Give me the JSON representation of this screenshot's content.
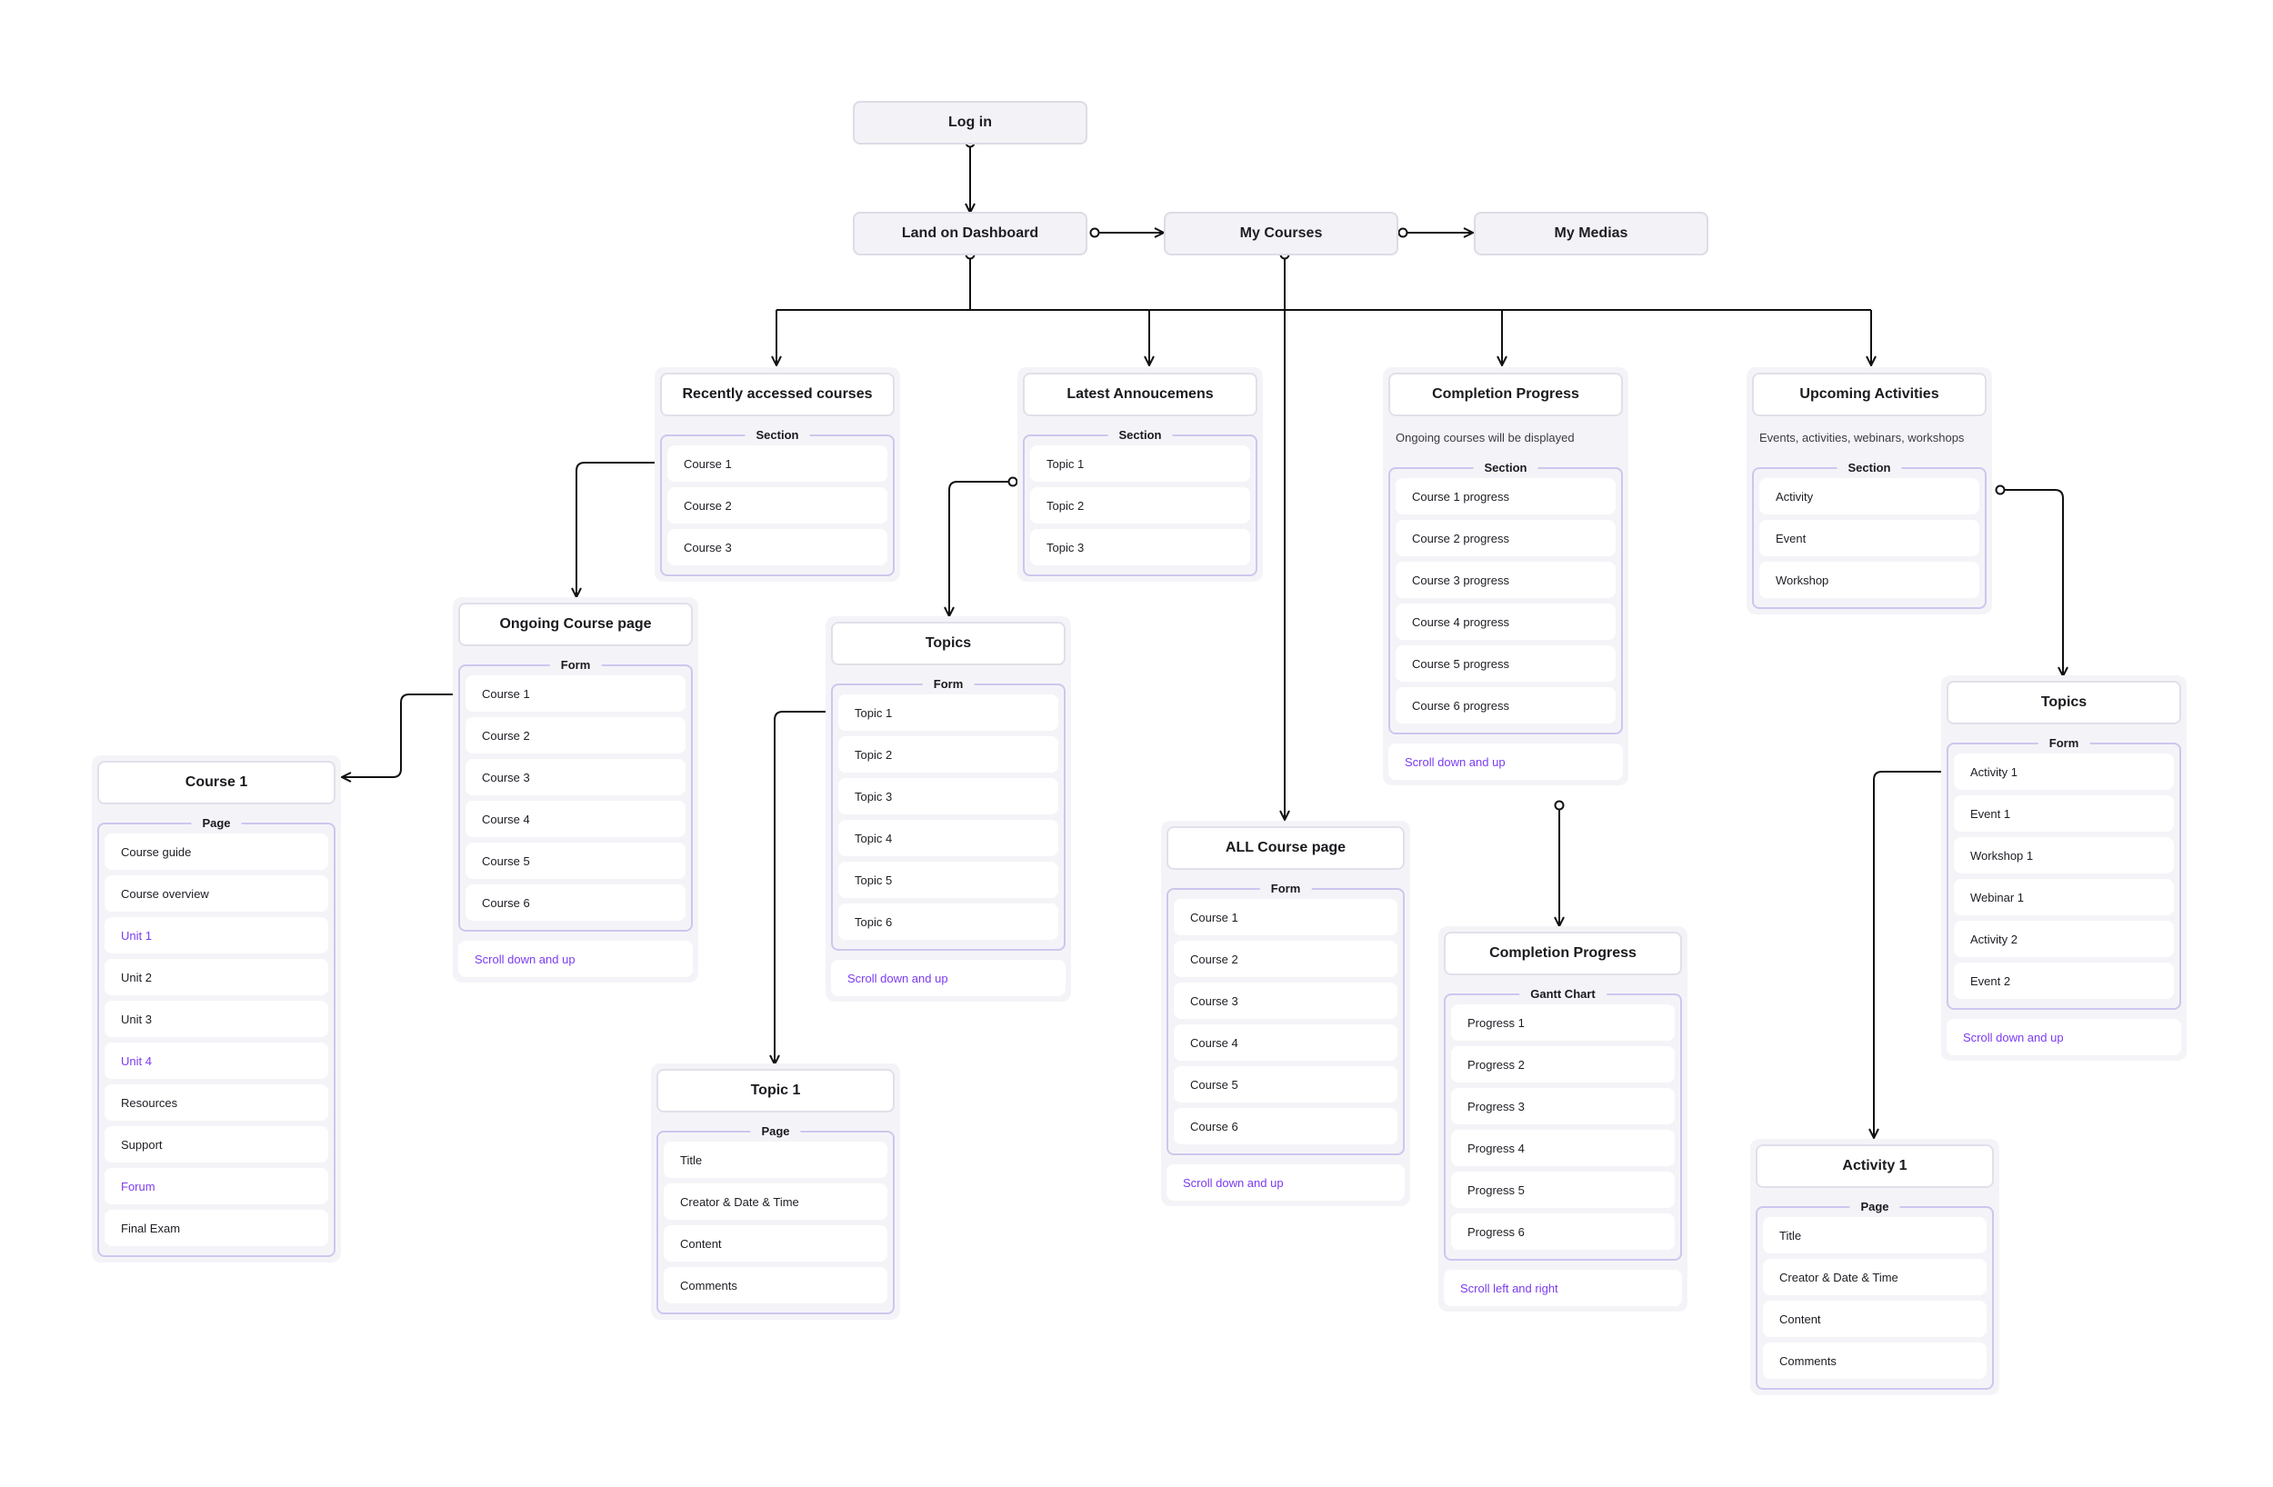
{
  "nodes": {
    "login": "Log in",
    "dashboard": "Land on Dashboard",
    "my_courses": "My Courses",
    "my_medias": "My Medias"
  },
  "colors": {
    "connector": "#111111",
    "accent_purple": "#7b3cf0",
    "group_border": "#cdc7ee",
    "card_bg": "#f4f4f8"
  },
  "recent": {
    "title": "Recently accessed courses",
    "group": "Section",
    "items": [
      "Course 1",
      "Course 2",
      "Course 3"
    ]
  },
  "announcements": {
    "title": "Latest Annoucemens",
    "group": "Section",
    "items": [
      "Topic 1",
      "Topic 2",
      "Topic 3"
    ]
  },
  "completion": {
    "title": "Completion Progress",
    "description": "Ongoing courses will be displayed",
    "group": "Section",
    "items": [
      "Course 1 progress",
      "Course 2 progress",
      "Course 3 progress",
      "Course 4 progress",
      "Course 5 progress",
      "Course 6 progress"
    ],
    "scroll": "Scroll down and up"
  },
  "upcoming": {
    "title": "Upcoming Activities",
    "description": "Events, activities, webinars, workshops",
    "group": "Section",
    "items": [
      "Activity",
      "Event",
      "Workshop"
    ]
  },
  "ongoing": {
    "title": "Ongoing Course page",
    "group": "Form",
    "items": [
      "Course 1",
      "Course 2",
      "Course 3",
      "Course 4",
      "Course 5",
      "Course 6"
    ],
    "scroll": "Scroll down and up"
  },
  "course1": {
    "title": "Course 1",
    "group": "Page",
    "items": [
      "Course guide",
      "Course overview",
      "Unit 1",
      "Unit 2",
      "Unit 3",
      "Unit 4",
      "Resources",
      "Support",
      "Forum",
      "Final Exam"
    ]
  },
  "topics_mid": {
    "title": "Topics",
    "group": "Form",
    "items": [
      "Topic 1",
      "Topic 2",
      "Topic 3",
      "Topic 4",
      "Topic 5",
      "Topic 6"
    ],
    "scroll": "Scroll down and up"
  },
  "topic1": {
    "title": "Topic 1",
    "group": "Page",
    "items": [
      "Title",
      "Creator & Date & Time",
      "Content",
      "Comments"
    ]
  },
  "all_courses": {
    "title": "ALL Course page",
    "group": "Form",
    "items": [
      "Course 1",
      "Course 2",
      "Course 3",
      "Course 4",
      "Course 5",
      "Course 6"
    ],
    "scroll": "Scroll down and up"
  },
  "gantt": {
    "title": "Completion Progress",
    "group": "Gantt Chart",
    "items": [
      "Progress 1",
      "Progress 2",
      "Progress 3",
      "Progress 4",
      "Progress 5",
      "Progress 6"
    ],
    "scroll": "Scroll left and right"
  },
  "topics_right": {
    "title": "Topics",
    "group": "Form",
    "items": [
      "Activity 1",
      "Event 1",
      "Workshop 1",
      "Webinar 1",
      "Activity 2",
      "Event 2"
    ],
    "scroll": "Scroll down and up"
  },
  "activity1": {
    "title": "Activity 1",
    "group": "Page",
    "items": [
      "Title",
      "Creator & Date & Time",
      "Content",
      "Comments"
    ]
  }
}
